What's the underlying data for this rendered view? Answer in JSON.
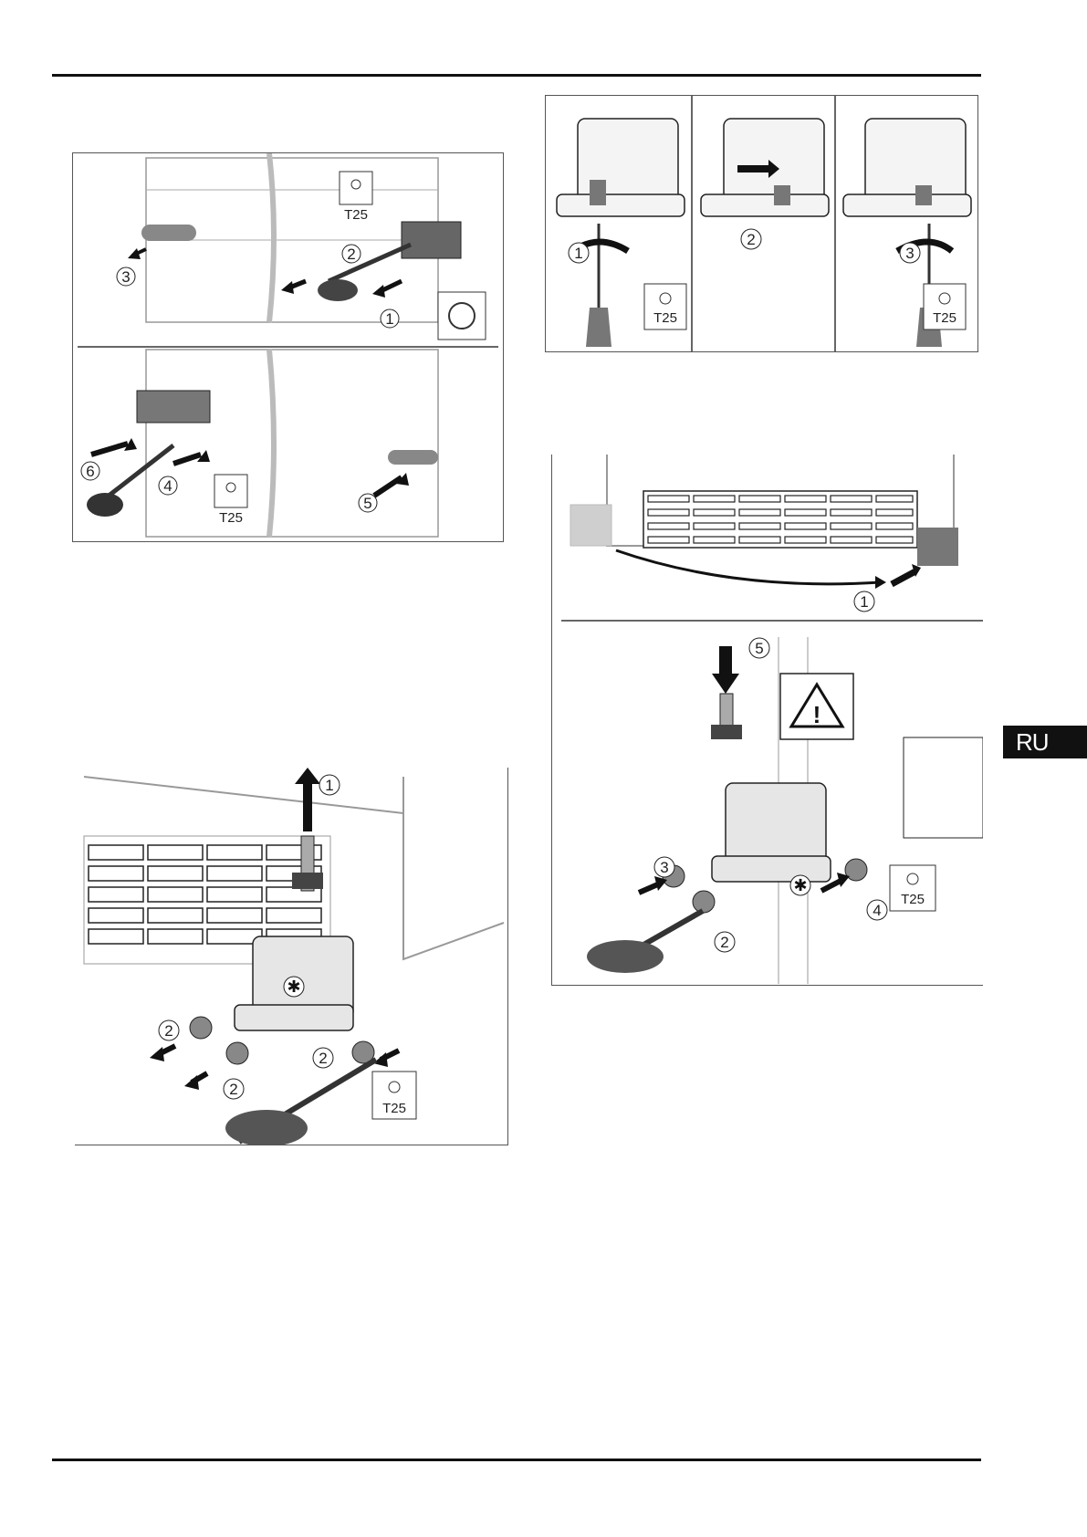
{
  "tab_label": "RU",
  "tool_label": "T25",
  "colors": {
    "ink": "#111111",
    "panel_gray": "#cfcfcf",
    "dark_part": "#555555",
    "tab_bg": "#111111"
  },
  "fig_a": {
    "callouts": [
      "3",
      "2",
      "1",
      "6",
      "4",
      "5"
    ]
  },
  "fig_b": {
    "callouts": [
      "1",
      "2",
      "3"
    ]
  },
  "fig_c": {
    "callouts": [
      "1",
      "2",
      "2",
      "2"
    ]
  },
  "fig_d": {
    "callouts": [
      "1",
      "5",
      "3",
      "2",
      "4"
    ]
  }
}
